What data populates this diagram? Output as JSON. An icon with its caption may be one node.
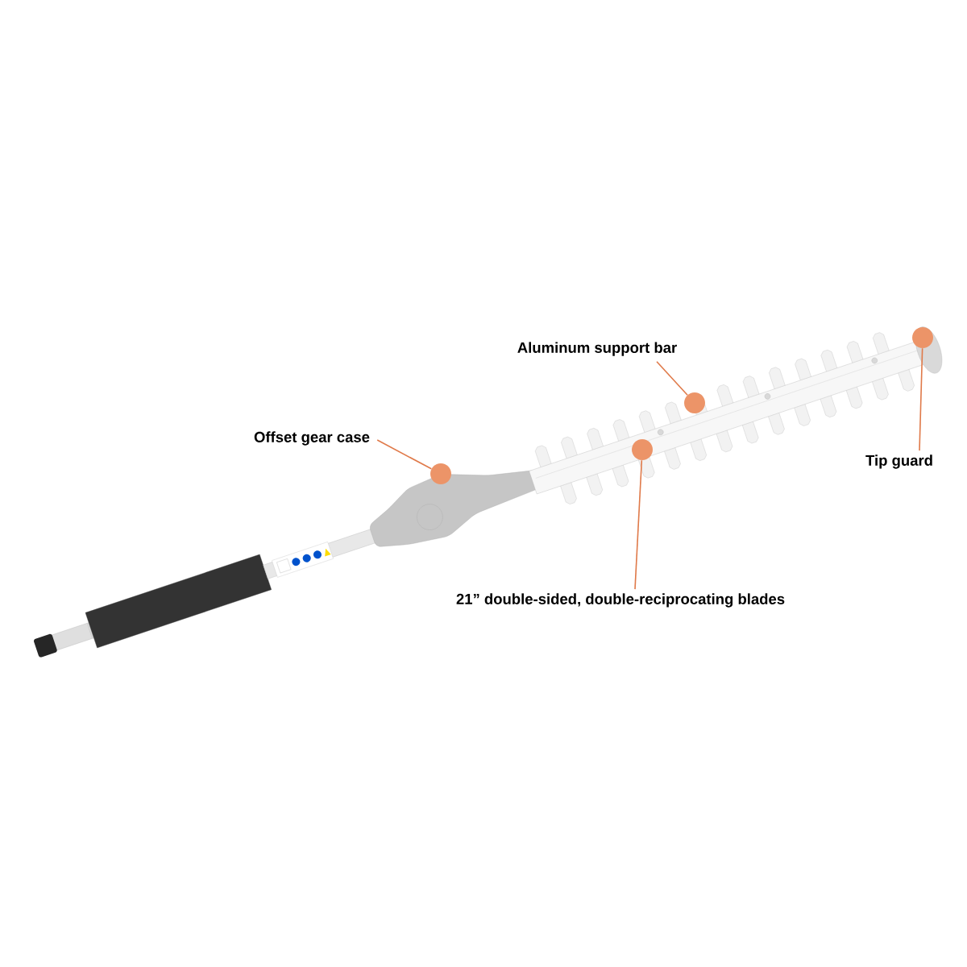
{
  "diagram": {
    "nodes": [
      {
        "text": [
          "Aluminum support bar"
        ]
      },
      {
        "text": [
          "Offset gear case"
        ]
      },
      {
        "text": [
          "Tip guard"
        ]
      },
      {
        "text": [
          "21” double-sided, double-reciprocating blades"
        ]
      },
      {
        "text": [],
        "shape": "circle"
      },
      {
        "text": [],
        "shape": "circle"
      },
      {
        "text": [],
        "shape": "circle"
      },
      {
        "text": [],
        "shape": "circle"
      }
    ],
    "edges": [
      {
        "from": 0,
        "to": 6,
        "arrow": "none"
      },
      {
        "from": 1,
        "to": 4,
        "arrow": "none"
      },
      {
        "from": 2,
        "to": 7,
        "arrow": "none"
      },
      {
        "from": 3,
        "to": 5,
        "arrow": "none"
      }
    ]
  }
}
